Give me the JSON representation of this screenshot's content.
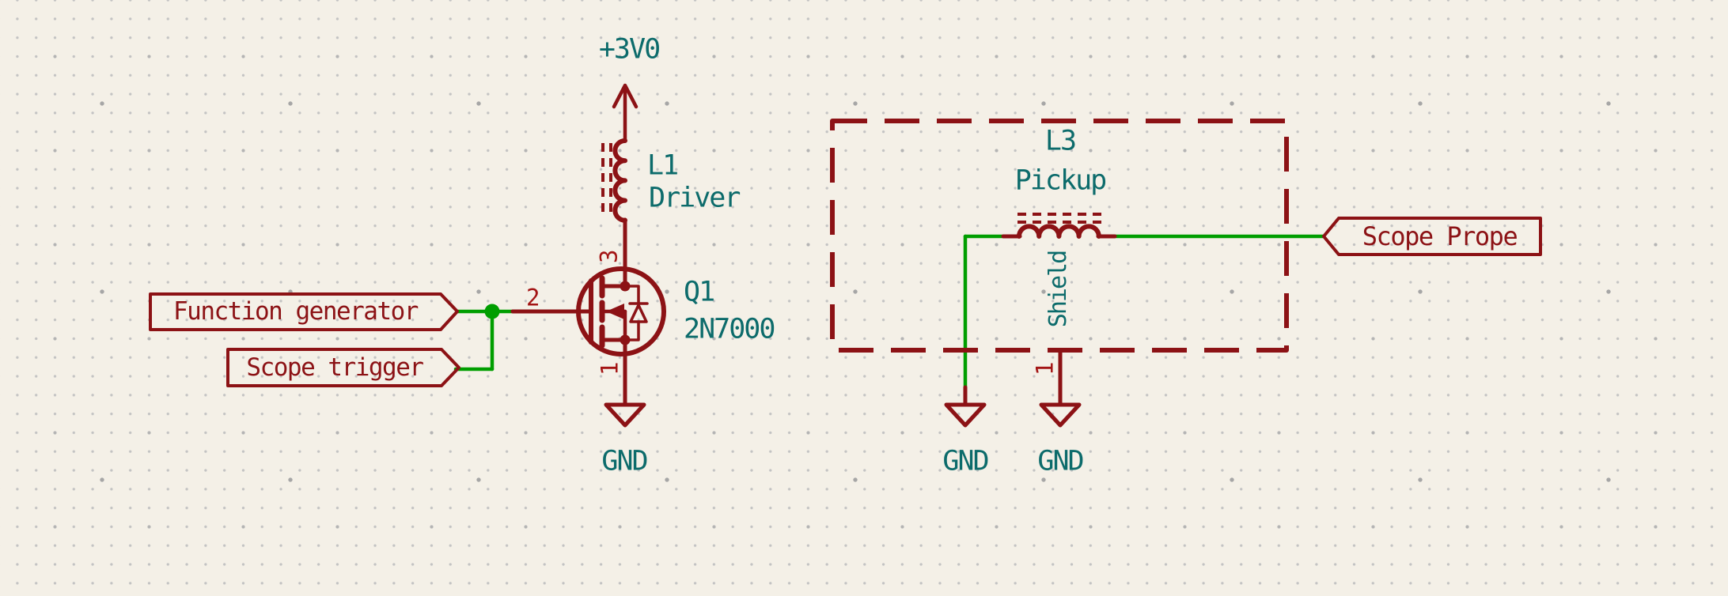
{
  "colors": {
    "symbol": "#8C1215",
    "pin_number": "#A31414",
    "field_text": "#0C6B6B",
    "wire": "#009E00",
    "label_text": "#8C1215",
    "background": "#F4F0E7"
  },
  "power": {
    "net": "+3V0"
  },
  "components": {
    "l1": {
      "ref": "L1",
      "value": "Driver"
    },
    "q1": {
      "ref": "Q1",
      "value": "2N7000",
      "pin_gate": "2",
      "pin_drain": "3",
      "pin_source": "1"
    },
    "l3": {
      "ref": "L3",
      "value": "Pickup",
      "shield": "Shield",
      "pin_shield": "1"
    }
  },
  "grounds": {
    "driver": "GND",
    "pickup": "GND",
    "shield": "GND"
  },
  "labels": {
    "function_generator": "Function generator",
    "scope_trigger": "Scope trigger",
    "scope_probe": "Scope Prope"
  }
}
